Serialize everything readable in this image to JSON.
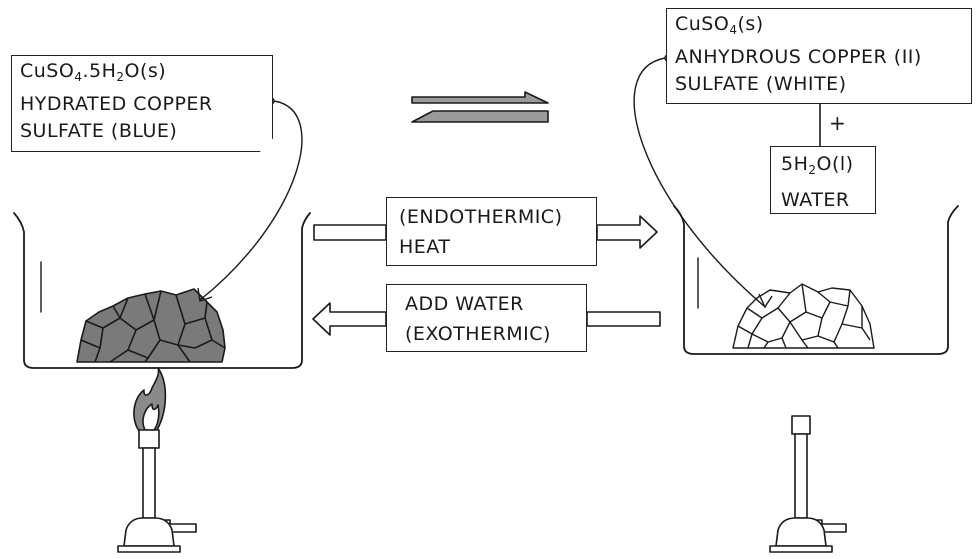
{
  "left_label": {
    "formula_parts": [
      "CuSO",
      "4",
      ".5H",
      "2",
      "O(s)"
    ],
    "line2": "HYDRATED COPPER",
    "line3": "SULFATE (BLUE)"
  },
  "right_label": {
    "formula_parts": [
      "CuSO",
      "4",
      "(s)"
    ],
    "line2": "ANHYDROUS COPPER (II)",
    "line3": "SULFATE (WHITE)"
  },
  "plus_sign": "+",
  "water_label": {
    "formula_parts": [
      "5H",
      "2",
      "O(l)"
    ],
    "line2": "WATER"
  },
  "forward_box": {
    "line1": "(ENDOTHERMIC)",
    "line2": "HEAT"
  },
  "reverse_box": {
    "line1": "ADD WATER",
    "line2": "(EXOTHERMIC)"
  },
  "colors": {
    "outline": "#1a1a1a",
    "hydrated_crystals": "#7a7a7a",
    "equilibrium_arrows": "#9a9a9a",
    "flame": "#8a8a8a"
  }
}
